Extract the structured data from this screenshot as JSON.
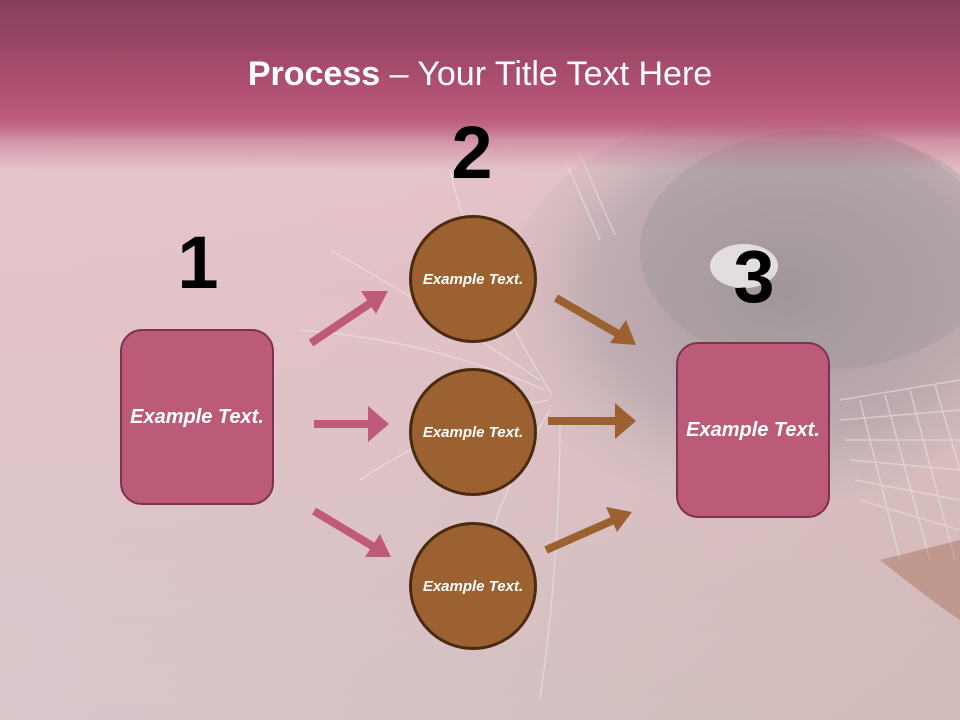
{
  "title": {
    "bold": "Process",
    "rest": " – Your Title Text Here"
  },
  "steps": [
    {
      "number": "1",
      "label": "Example Text."
    },
    {
      "number": "2",
      "labels": [
        "Example Text.",
        "Example Text.",
        "Example Text."
      ]
    },
    {
      "number": "3",
      "label": "Example Text."
    }
  ],
  "colors": {
    "header": "#a44a6b",
    "box_fill": "#bb5b78",
    "box_border": "#7f3150",
    "circle_fill": "#9b6130",
    "circle_border": "#4a2b12",
    "arrow_pink": "#c05a7a",
    "arrow_brown": "#9b6130"
  }
}
